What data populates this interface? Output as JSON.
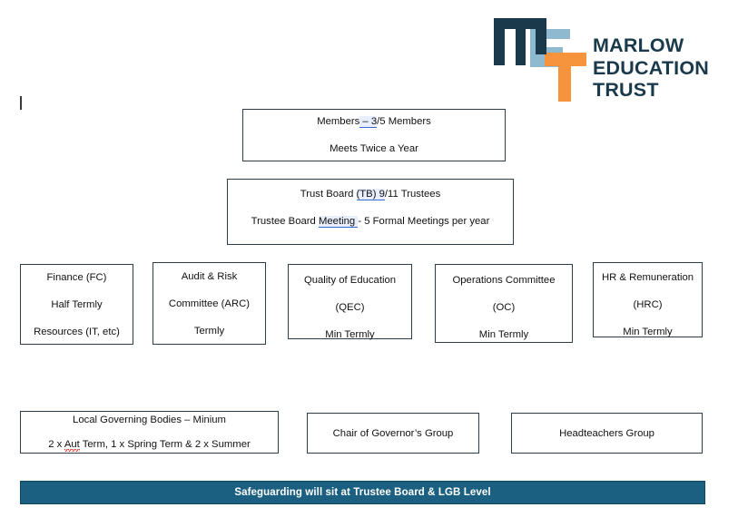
{
  "logo": {
    "name": "marlow-education-trust-logo",
    "letters": [
      "m",
      "E",
      "T"
    ],
    "colors": {
      "m": "#1a3a4c",
      "E": "#8fb9cf",
      "T": "#f5943c",
      "wordmark": "#1a3a4c"
    },
    "wordmark_lines": [
      "MARLOW",
      "EDUCATION",
      "TRUST"
    ]
  },
  "nodes": {
    "members": {
      "lines": [
        {
          "segments": [
            {
              "text": "Members",
              "mark": "none"
            },
            {
              "text": " – 3",
              "mark": "grammar"
            },
            {
              "text": "/5 Members",
              "mark": "none"
            }
          ]
        },
        {
          "segments": [
            {
              "text": "Meets Twice a Year",
              "mark": "none"
            }
          ]
        }
      ]
    },
    "trust_board": {
      "lines": [
        {
          "segments": [
            {
              "text": "Trust Board ",
              "mark": "none"
            },
            {
              "text": "(TB) 9",
              "mark": "grammar"
            },
            {
              "text": "/11 Trustees",
              "mark": "none"
            }
          ]
        },
        {
          "segments": [
            {
              "text": "Trustee Board ",
              "mark": "none"
            },
            {
              "text": "Meeting ",
              "mark": "grammar"
            },
            {
              "text": "- 5 Formal Meetings per year",
              "mark": "none"
            }
          ]
        }
      ]
    },
    "finance": {
      "lines": [
        {
          "segments": [
            {
              "text": "Finance (FC)",
              "mark": "none"
            }
          ]
        },
        {
          "segments": [
            {
              "text": "Half Termly",
              "mark": "none"
            }
          ]
        },
        {
          "segments": [
            {
              "text": "Resources (IT, etc)",
              "mark": "none"
            }
          ]
        }
      ]
    },
    "audit_risk": {
      "lines": [
        {
          "segments": [
            {
              "text": "Audit & Risk",
              "mark": "none"
            }
          ]
        },
        {
          "segments": [
            {
              "text": "Committee (ARC)",
              "mark": "none"
            }
          ]
        },
        {
          "segments": [
            {
              "text": "Termly",
              "mark": "none"
            }
          ]
        }
      ]
    },
    "quality_education": {
      "lines": [
        {
          "segments": [
            {
              "text": "Quality of Education",
              "mark": "none"
            }
          ]
        },
        {
          "segments": [
            {
              "text": "(QEC)",
              "mark": "none"
            }
          ]
        },
        {
          "segments": [
            {
              "text": "Min Termly",
              "mark": "none"
            }
          ]
        }
      ]
    },
    "operations": {
      "lines": [
        {
          "segments": [
            {
              "text": "Operations Committee",
              "mark": "none"
            }
          ]
        },
        {
          "segments": [
            {
              "text": "(OC)",
              "mark": "none"
            }
          ]
        },
        {
          "segments": [
            {
              "text": "Min Termly",
              "mark": "none"
            }
          ]
        }
      ]
    },
    "hr_remuneration": {
      "lines": [
        {
          "segments": [
            {
              "text": "HR & Remuneration",
              "mark": "none"
            }
          ]
        },
        {
          "segments": [
            {
              "text": "(HRC)",
              "mark": "none"
            }
          ]
        },
        {
          "segments": [
            {
              "text": "Min Termly",
              "mark": "none"
            }
          ]
        }
      ]
    },
    "local_governing_bodies": {
      "lines": [
        {
          "segments": [
            {
              "text": "Local Governing Bodies – Minium",
              "mark": "none"
            }
          ]
        },
        {
          "segments": [
            {
              "text": "2 x ",
              "mark": "none"
            },
            {
              "text": "Aut",
              "mark": "spell"
            },
            {
              "text": " Term, 1 x Spring Term & 2 x Summer",
              "mark": "none"
            }
          ]
        }
      ]
    },
    "chair_governors": {
      "lines": [
        {
          "segments": [
            {
              "text": "Chair of Governor’s Group",
              "mark": "none"
            }
          ]
        }
      ]
    },
    "headteachers": {
      "lines": [
        {
          "segments": [
            {
              "text": "Headteachers Group",
              "mark": "none"
            }
          ]
        }
      ]
    }
  },
  "banner": {
    "text": "Safeguarding will sit at Trustee Board & LGB Level",
    "background": "#1b6080",
    "color": "#ffffff"
  },
  "theme": {
    "box_border": "#2d3e4a",
    "page_background": "#ffffff",
    "grammar_underline": "#3b6bd6",
    "spell_underline": "#e03a2f"
  }
}
